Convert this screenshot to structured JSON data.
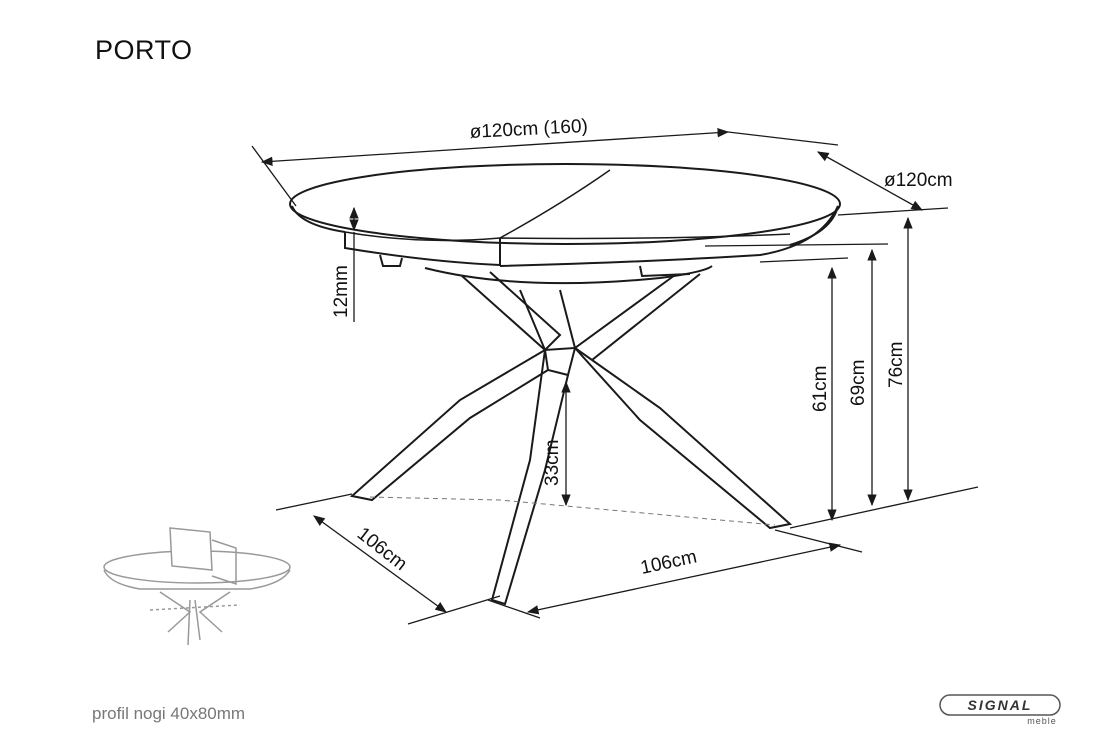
{
  "product": {
    "name": "PORTO",
    "leg_profile_note": "profil nogi 40x80mm"
  },
  "dimensions": {
    "top_diameter": "ø120cm (160)",
    "width_diameter": "ø120cm",
    "top_thickness": "12mm",
    "leg_clearance": "33cm",
    "apron_height": "61cm",
    "top_under_height": "69cm",
    "total_height": "76cm",
    "base_depth": "106cm",
    "base_width": "106cm"
  },
  "brand": {
    "logo_text": "SIGNAL",
    "logo_subtext": "meble"
  },
  "colors": {
    "line": "#1a1a1a",
    "thumb_line": "#999999",
    "hidden_line": "#777777"
  }
}
